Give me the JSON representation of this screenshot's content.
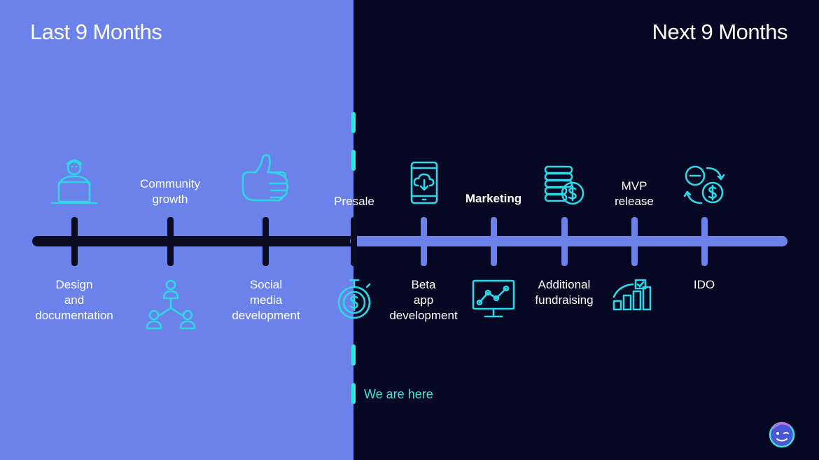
{
  "headers": {
    "left": "Last 9 Months",
    "right": "Next 9 Months"
  },
  "milestones": {
    "design": "Design\nand\ndocumentation",
    "community": "Community\ngrowth",
    "social": "Social\nmedia\ndevelopment",
    "presale": "Presale",
    "beta": "Beta\napp\ndevelopment",
    "marketing": "Marketing",
    "fundraising": "Additional\nfundraising",
    "mvp": "MVP\nrelease",
    "ido": "IDO"
  },
  "marker": {
    "label": "We are here"
  },
  "icons": {
    "design": "person-laptop-icon",
    "community": "team-network-icon",
    "social": "thumbs-up-icon",
    "presale": "stopwatch-dollar-icon",
    "beta": "mobile-download-icon",
    "marketing": "monitor-chart-icon",
    "fundraising": "coins-stack-icon",
    "mvp": "bar-chart-check-icon",
    "ido": "currency-exchange-icon",
    "logo": "mascot-logo-icon"
  },
  "colors": {
    "past_panel": "#6b82ea",
    "future_panel": "#060723",
    "accent": "#35e6dc",
    "icon_cyan": "#2fd6e6"
  }
}
